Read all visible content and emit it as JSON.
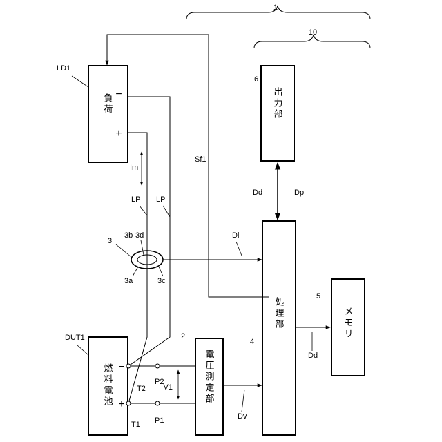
{
  "blocks": {
    "fuel_cell": "燃料電池",
    "voltage_meter": "電圧測定部",
    "processor": "処理部",
    "memory": "メモリ",
    "output": "出力部",
    "load": "負荷"
  },
  "refs": {
    "system": "1",
    "subsystem": "10",
    "load": "LD1",
    "output": "6",
    "memory": "5",
    "processor": "4",
    "voltage_meter": "2",
    "dut": "DUT1",
    "sensor": "3",
    "sensor_a": "3a",
    "sensor_b": "3b",
    "sensor_c": "3c",
    "sensor_d": "3d"
  },
  "signals": {
    "load_current": "Im",
    "loop1": "LP",
    "loop2": "LP",
    "feedback": "Sf1",
    "current_data": "Di",
    "display_data": "Dd",
    "print_data": "Dp",
    "memory_data": "Dd",
    "voltage_data": "Dv",
    "voltage": "V1"
  },
  "terminals": {
    "t1": "T1",
    "t2": "T2",
    "p1": "P1",
    "p2": "P2",
    "plus": "+",
    "minus": "−"
  },
  "colors": {
    "line": "#000000",
    "background": "#ffffff"
  }
}
